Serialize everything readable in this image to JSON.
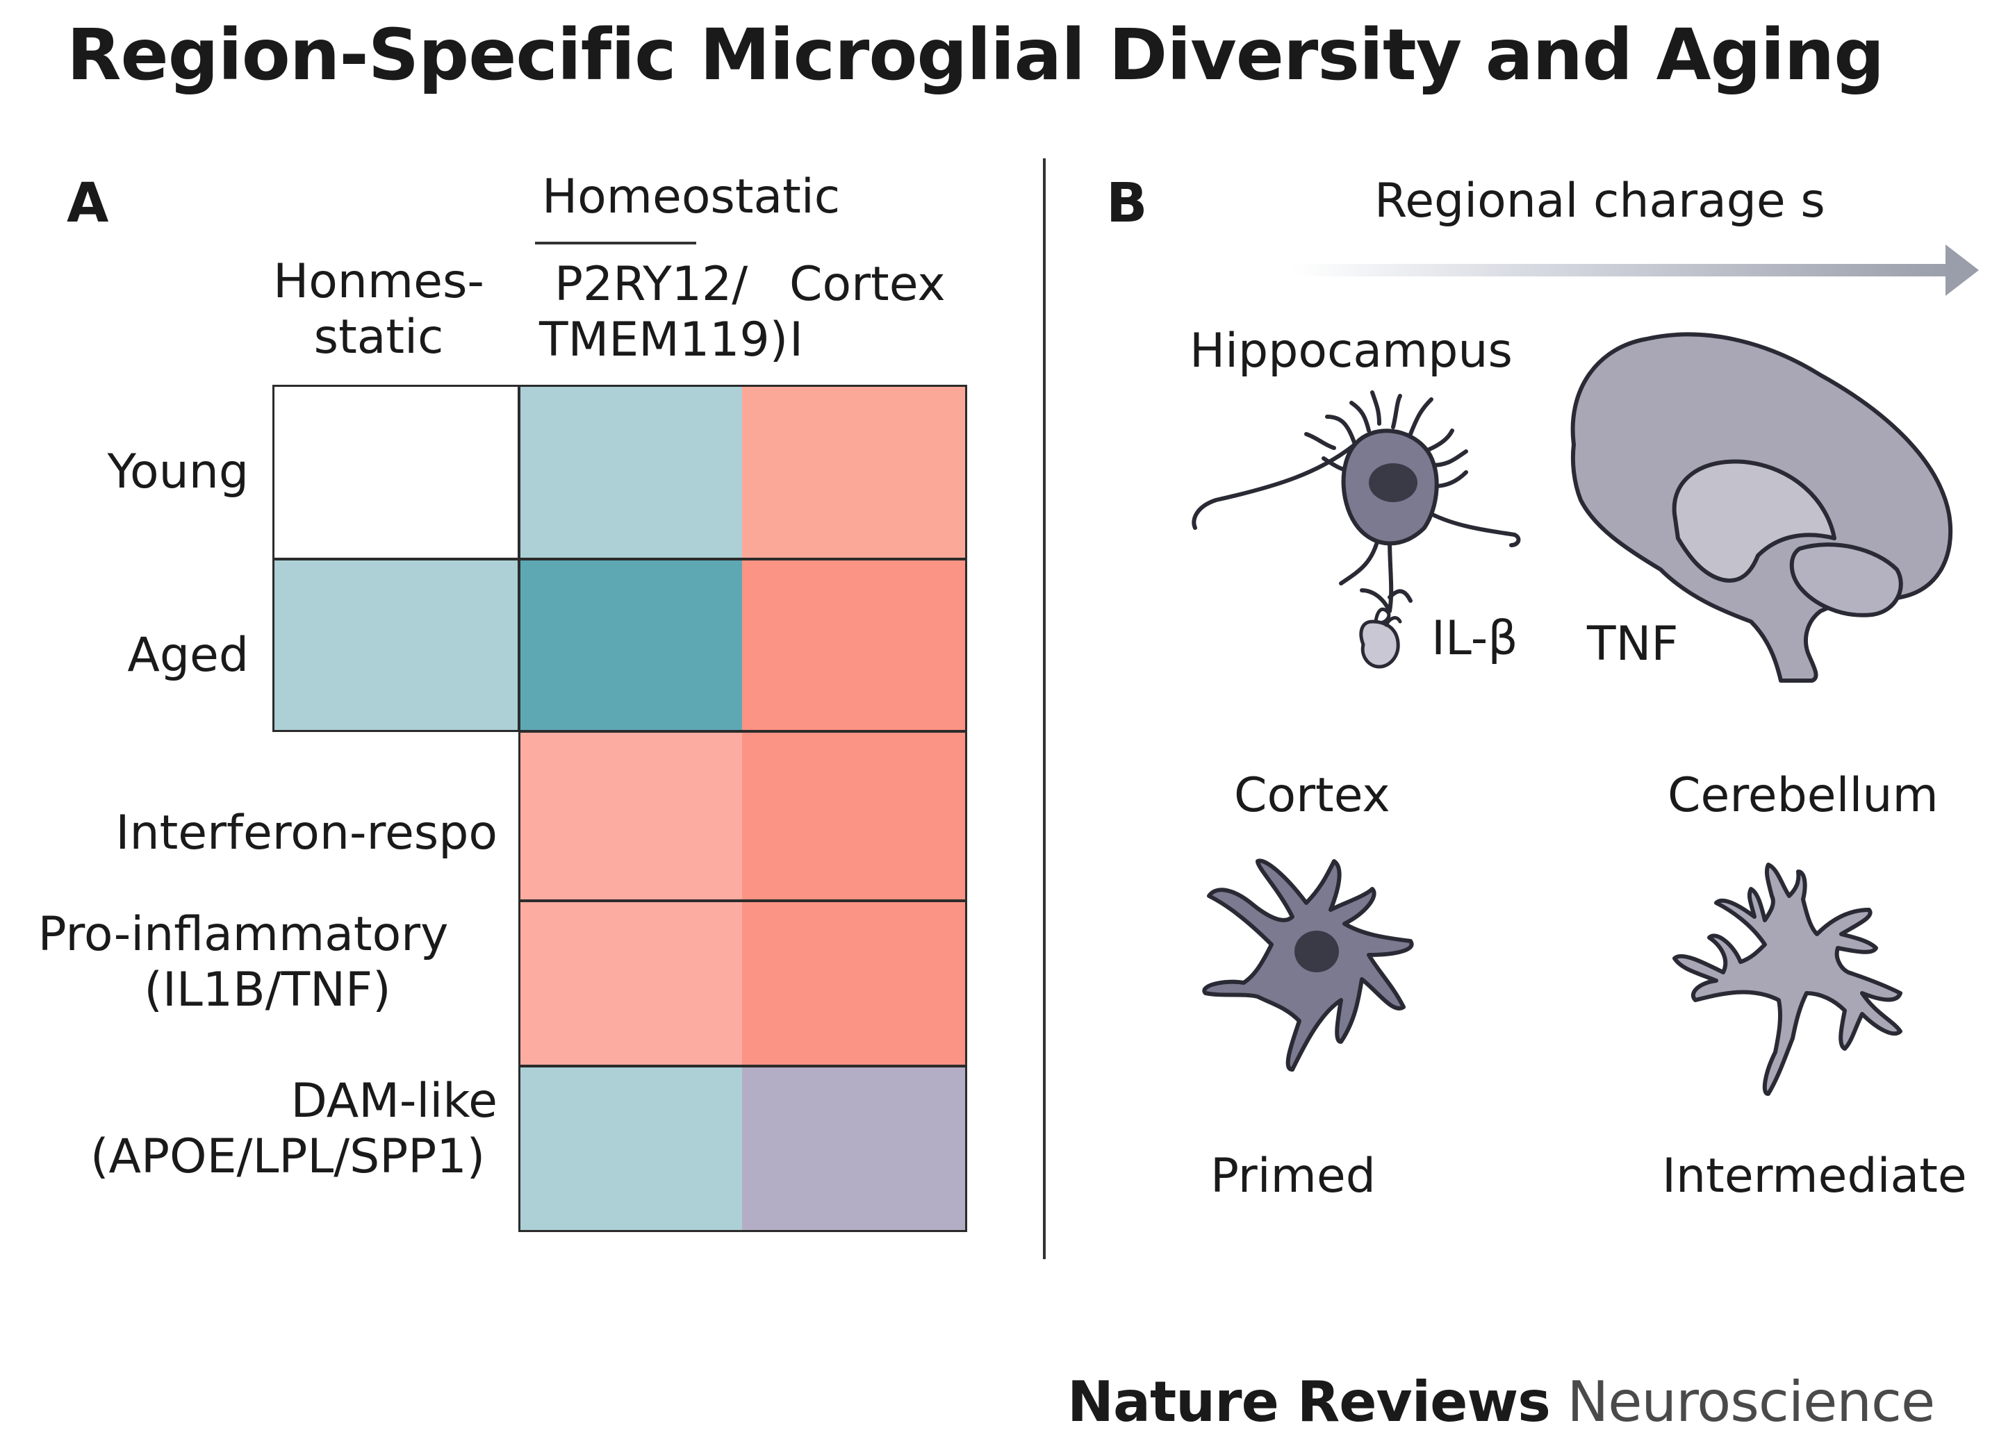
{
  "title": "Region-Specific Microglial Diversity and Aging",
  "panel_a": {
    "letter": "A",
    "column_group_header": "Homeostatic",
    "columns": [
      {
        "line1": "Honmes-",
        "line2": "static"
      },
      {
        "line1": "P2RY12/",
        "line2": "TMEM119)"
      },
      {
        "line1": "Cortex",
        "line2": "I"
      }
    ],
    "rows": [
      {
        "line1": "Young",
        "line2": ""
      },
      {
        "line1": "Aged",
        "line2": ""
      },
      {
        "line1": "Interferon-respo",
        "line2": ""
      },
      {
        "line1": "Pro-inflammatory",
        "line2": "(IL1B/TNF)"
      },
      {
        "line1": "DAM-like",
        "line2": "(APOE/LPL/SPP1)"
      }
    ],
    "cell_colors": [
      [
        "#ffffff",
        "#acd0d6",
        "#fca898"
      ],
      [
        "#acd0d6",
        "#5ea8b4",
        "#fb9484"
      ],
      [
        null,
        "#fcaca0",
        "#fb9484"
      ],
      [
        null,
        "#fcaca0",
        "#fb9484"
      ],
      [
        null,
        "#acd0d6",
        "#b3aec6"
      ]
    ]
  },
  "panel_b": {
    "letter": "B",
    "arrow_label": "Regional charage s",
    "hippocampus_label": "Hippocampus",
    "il_label": "IL-β",
    "tnf_label": "TNF",
    "cortex_label": "Cortex",
    "cerebellum_label": "Cerebellum",
    "primed_label": "Primed",
    "intermediate_label": "Intermediate"
  },
  "brand": {
    "bold": "Nature Reviews",
    "normal": "Neuroscience"
  },
  "colors": {
    "teal_light": "#acd0d6",
    "teal_dark": "#5ea8b4",
    "salmon_light": "#fcaca0",
    "salmon_dark": "#fb9484",
    "lavender": "#b3aec6",
    "cell_body": "#7b7a90",
    "brain_fill": "#a9a6b6"
  }
}
